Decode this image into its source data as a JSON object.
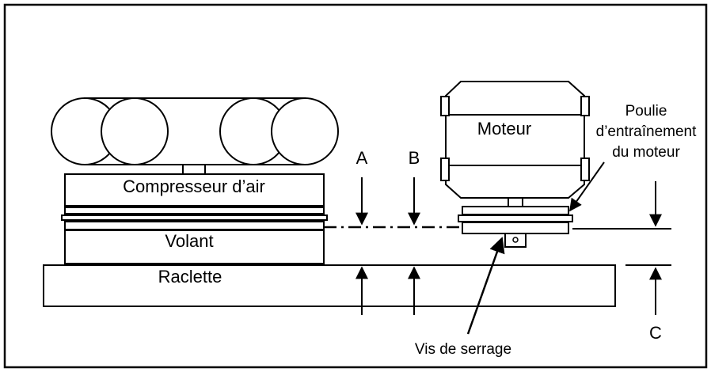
{
  "labels": {
    "compressor": "Compresseur d’air",
    "flywheel": "Volant",
    "scraper": "Raclette",
    "motor": "Moteur",
    "pulley_line1": "Poulie",
    "pulley_line2": "d’entraînement",
    "pulley_line3": "du moteur",
    "clamp_screw": "Vis de serrage",
    "marker_a": "A",
    "marker_b": "B",
    "marker_c": "C"
  },
  "colors": {
    "stroke": "#000000",
    "background": "#ffffff"
  }
}
